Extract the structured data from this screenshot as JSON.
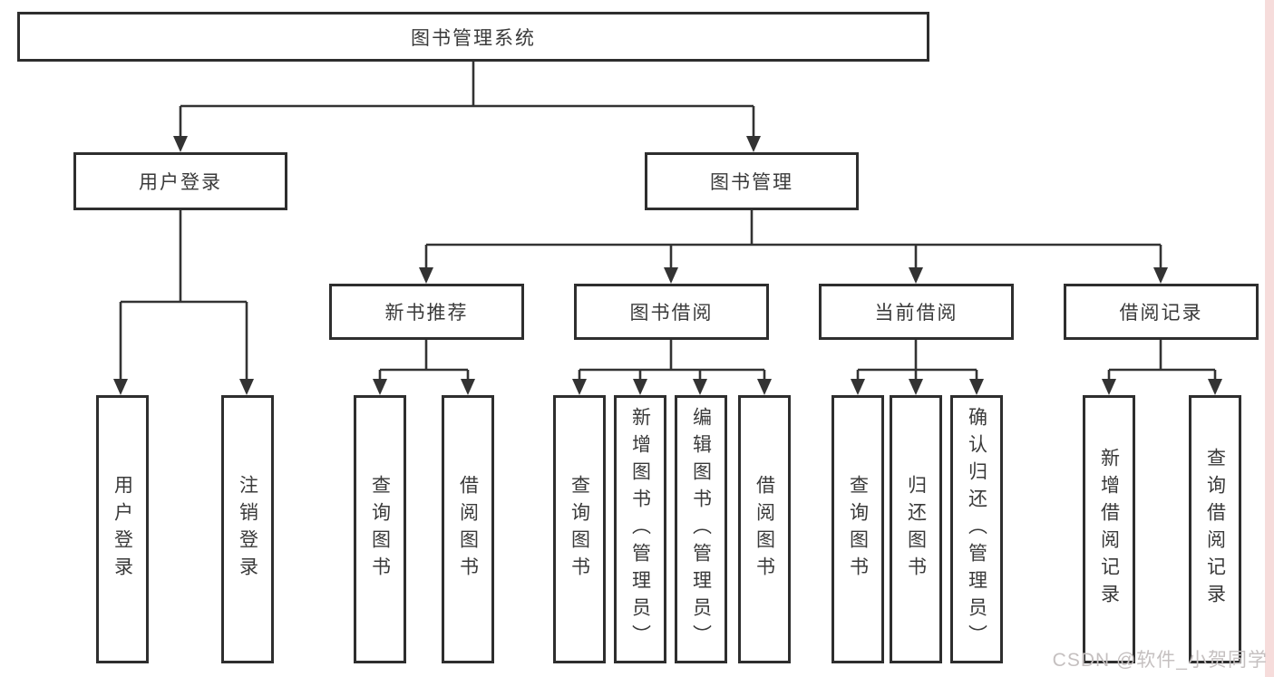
{
  "page": {
    "colors": {
      "line": "#333333",
      "border": "#2e2e2e",
      "text": "#3a3a3a",
      "right_strip": "#f6dcdb",
      "watermark": "#c5c0c0",
      "background": "#ffffff"
    },
    "watermark": "CSDN @软件_小贺同学"
  },
  "diagram": {
    "root": {
      "label": "图书管理系统"
    },
    "branches": [
      {
        "label": "用户登录",
        "children": [
          {
            "label": "用户登录"
          },
          {
            "label": "注销登录"
          }
        ]
      },
      {
        "label": "图书管理",
        "groups": [
          {
            "label": "新书推荐",
            "children": [
              {
                "label": "查询图书"
              },
              {
                "label": "借阅图书"
              }
            ]
          },
          {
            "label": "图书借阅",
            "children": [
              {
                "label": "查询图书"
              },
              {
                "label": "新增图书（管理员）"
              },
              {
                "label": "编辑图书（管理员）"
              },
              {
                "label": "借阅图书"
              }
            ]
          },
          {
            "label": "当前借阅",
            "children": [
              {
                "label": "查询图书"
              },
              {
                "label": "归还图书"
              },
              {
                "label": "确认归还（管理员）"
              }
            ]
          },
          {
            "label": "借阅记录",
            "children": [
              {
                "label": "新增借阅记录"
              },
              {
                "label": "查询借阅记录"
              }
            ]
          }
        ]
      }
    ]
  }
}
